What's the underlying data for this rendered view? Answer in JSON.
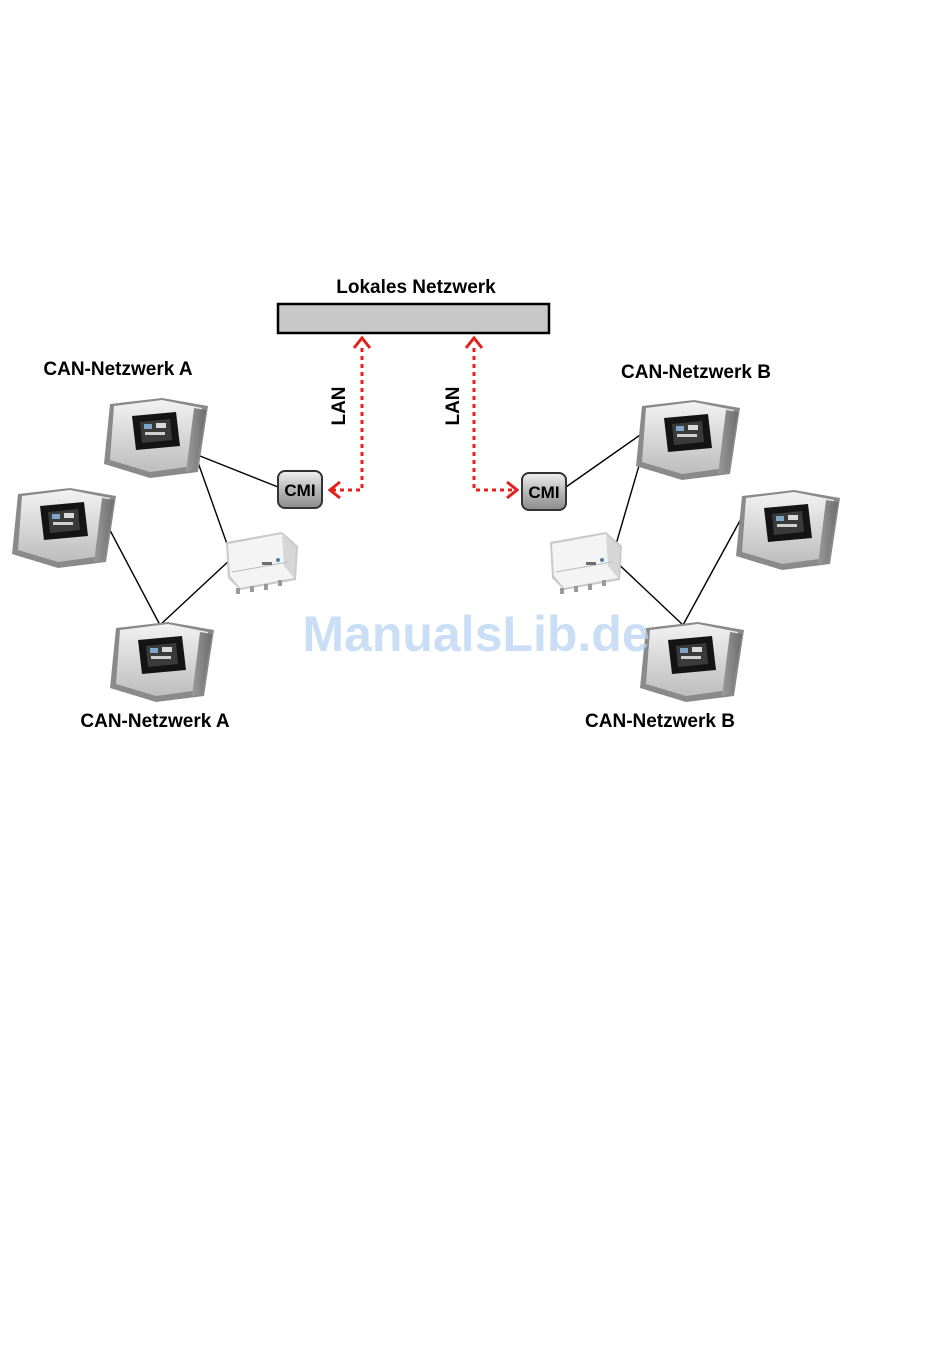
{
  "labels": {
    "lan_title": "Lokales Netzwerk",
    "can_a_top": "CAN-Netzwerk A",
    "can_b_top": "CAN-Netzwerk B",
    "can_a_bottom": "CAN-Netzwerk A",
    "can_b_bottom": "CAN-Netzwerk B",
    "lan_left": "LAN",
    "lan_right": "LAN",
    "cmi_left": "CMI",
    "cmi_right": "CMI"
  },
  "watermark": "ManualsLib.de",
  "colors": {
    "lan_link": "#e3201b",
    "network_bar": "#c8c8c8",
    "watermark": "#b9d3f3"
  }
}
